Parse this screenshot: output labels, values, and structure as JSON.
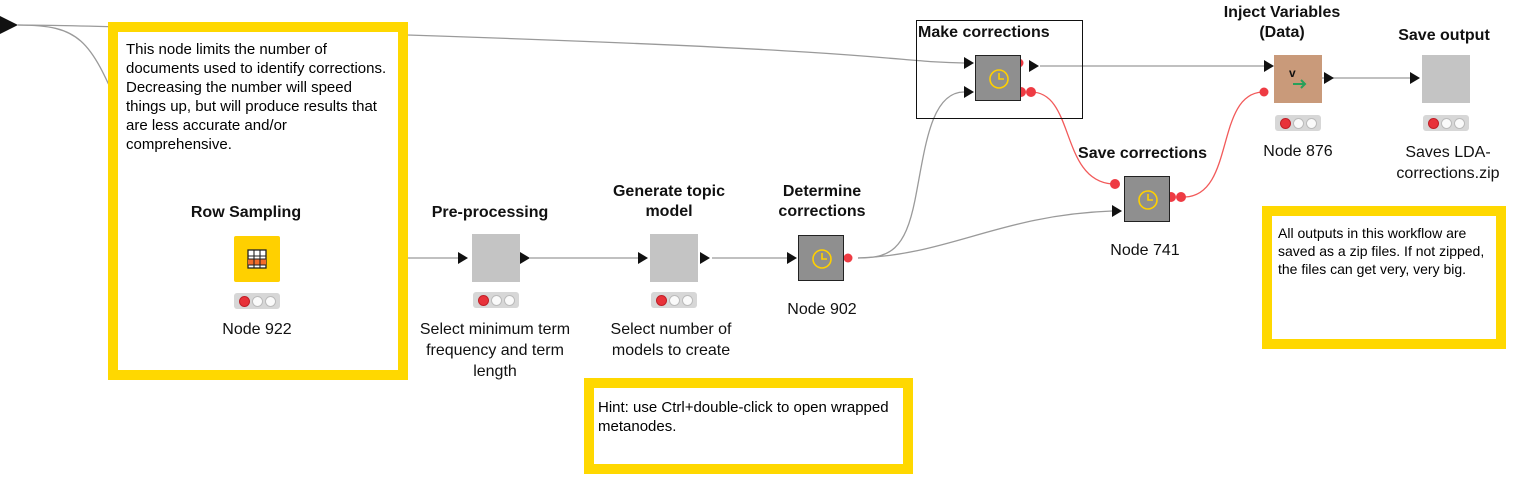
{
  "annotations": {
    "row_sampling_note": "This node limits the number of documents used to identify corrections. Decreasing the number will speed things up, but will produce results that are less accurate and/or comprehensive.",
    "hint_note": "Hint: use Ctrl+double-click to open wrapped metanodes.",
    "outputs_note": "All outputs in this workflow are saved as a zip files. If not zipped, the files can get very, very big."
  },
  "nodes": {
    "row_sampling": {
      "title": "Row Sampling",
      "caption": "Node 922",
      "status": "red",
      "icon": "table-icon"
    },
    "pre_processing": {
      "title": "Pre-processing",
      "caption": "Select minimum term frequency and term length",
      "status": "red"
    },
    "topic_model": {
      "title": "Generate topic model",
      "caption": "Select number of models to create",
      "status": "red"
    },
    "determine_corrections": {
      "title": "Determine corrections",
      "caption": "Node 902",
      "icon": "clock-icon"
    },
    "make_corrections": {
      "title": "Make corrections",
      "icon": "clock-icon"
    },
    "save_corrections": {
      "title": "Save corrections",
      "caption": "Node 741",
      "icon": "clock-icon"
    },
    "inject_variables": {
      "title": "Inject Variables (Data)",
      "caption": "Node 876",
      "status": "red",
      "icon": "variable-inject-icon"
    },
    "save_output": {
      "title": "Save output",
      "caption": "Saves LDA-corrections.zip",
      "status": "red"
    }
  },
  "colors": {
    "annotation_border": "#ffd800",
    "flow_variable_connection": "#f25a5a",
    "data_connection": "#9a9a9a",
    "status_red": "#e8323a"
  }
}
